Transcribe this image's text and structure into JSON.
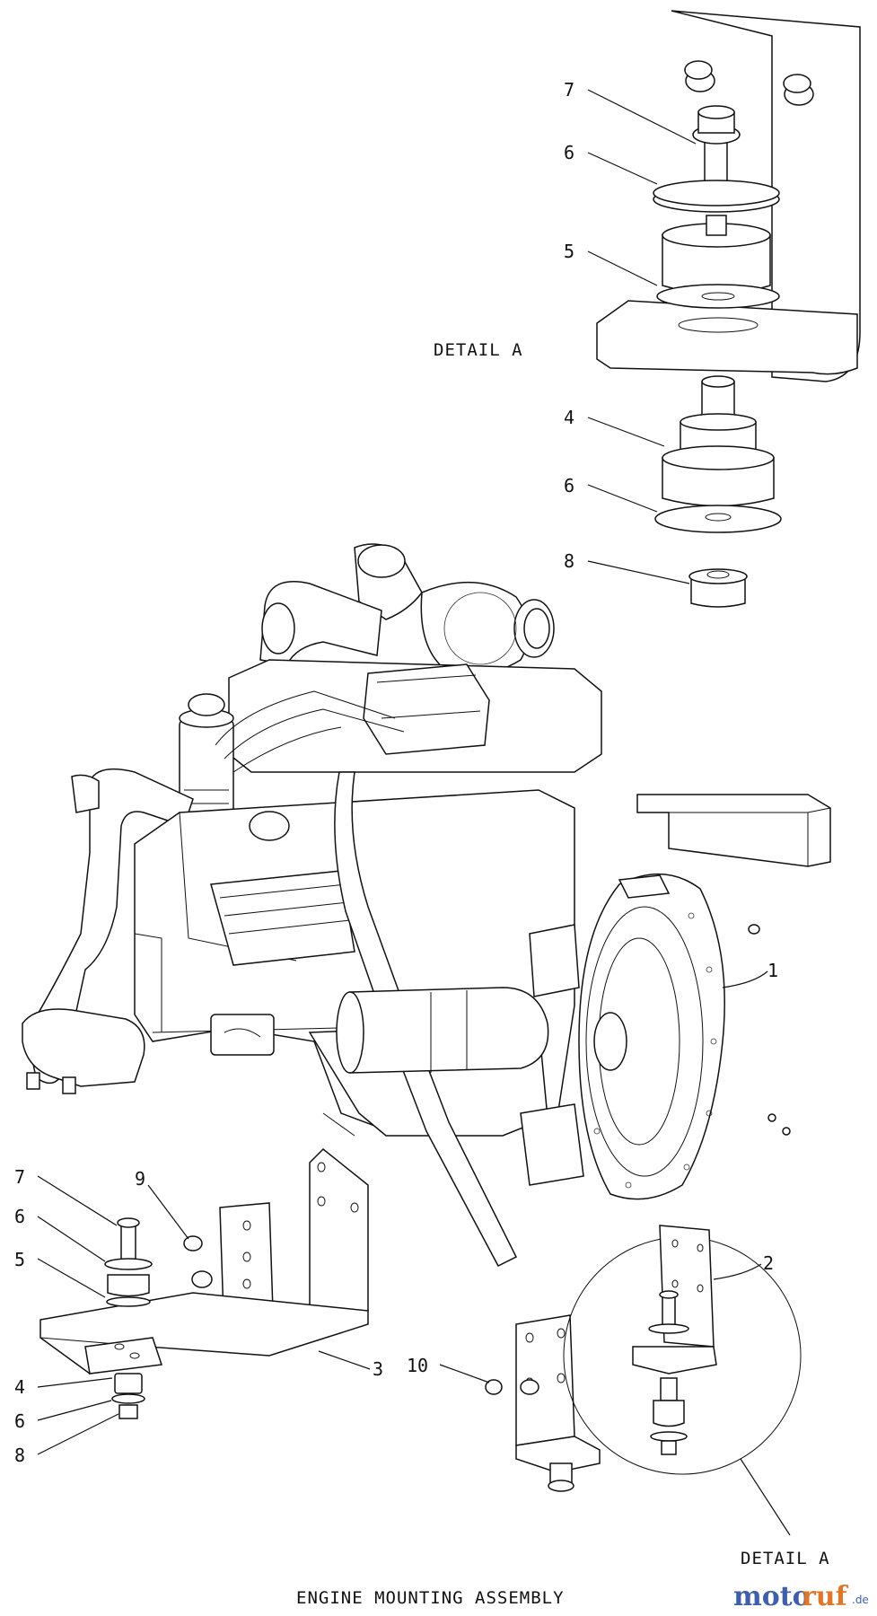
{
  "title": "ENGINE MOUNTING ASSEMBLY",
  "detail_label": "DETAIL A",
  "callouts": {
    "top_detail": [
      "7",
      "6",
      "5",
      "4",
      "6",
      "8"
    ],
    "engine_flywheel": "1",
    "detail_circle": "2",
    "left_bracket": "3",
    "left_stack": [
      "7",
      "6",
      "5",
      "4",
      "6",
      "8"
    ],
    "left_bolt": "9",
    "right_bolt": "10"
  },
  "watermark": {
    "part_a": "moto",
    "part_b": "ruf",
    "suffix": ".de"
  },
  "colors": {
    "line": "#111111",
    "watermark_blue": "#3f5fa8",
    "watermark_orange": "#e0762a"
  }
}
